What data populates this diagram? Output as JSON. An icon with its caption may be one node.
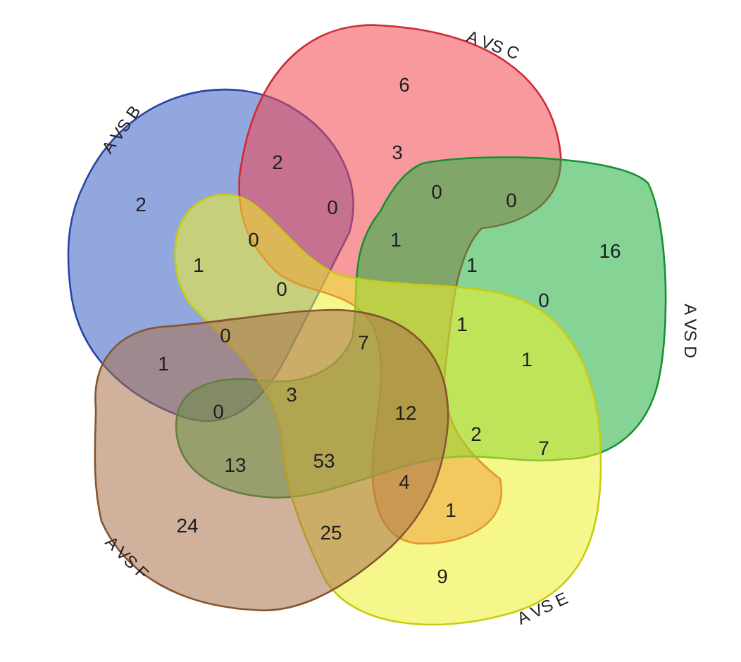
{
  "diagram": {
    "nodes": [
      {
        "text": [
          "A VS B"
        ]
      },
      {
        "text": [
          "A VS C"
        ]
      },
      {
        "text": [
          "A VS D"
        ]
      },
      {
        "text": [
          "A VS E"
        ]
      },
      {
        "text": [
          "A VS F"
        ]
      }
    ],
    "labels": [
      "6",
      "3",
      "2",
      "0",
      "0",
      "2",
      "0",
      "0",
      "1",
      "16",
      "1",
      "1",
      "0",
      "0",
      "1",
      "0",
      "7",
      "1",
      "1",
      "3",
      "0",
      "12",
      "2",
      "7",
      "53",
      "13",
      "4",
      "1",
      "24",
      "25",
      "9"
    ]
  }
}
